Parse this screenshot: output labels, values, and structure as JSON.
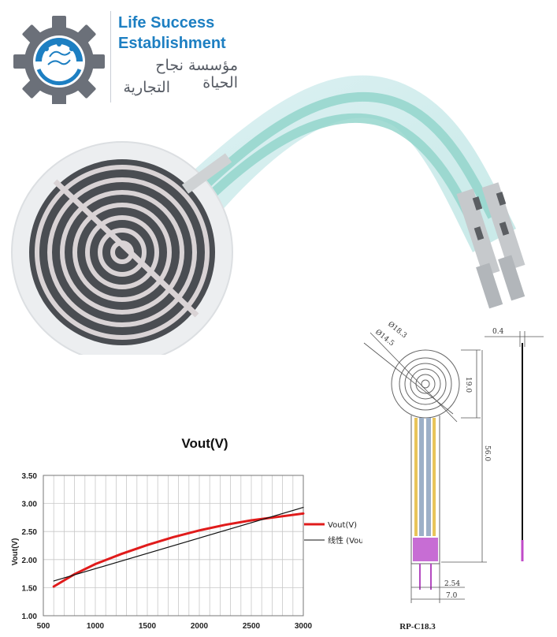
{
  "brand": {
    "name_line1": "Life Success",
    "name_line2": "Establishment",
    "arabic_line1": "مؤسسة نجاح الحياة",
    "arabic_line2": "التجارية",
    "color_primary": "#1d7fc2",
    "color_gear": "#6b7079"
  },
  "drawing": {
    "dia_outer": "Ø18.3",
    "dia_inner": "Ø14.5",
    "thickness": "0.4",
    "head_height": "19.0",
    "total_length": "56.0",
    "pin_pitch": "2.54",
    "tail_width": "7.0",
    "model": "RP-C18.3"
  },
  "chart_data": {
    "type": "line",
    "title": "Vout(V)",
    "ylabel": "Vout(V)",
    "xlabel": "",
    "xlim": [
      500,
      3000
    ],
    "ylim": [
      1.0,
      3.5
    ],
    "x_ticks": [
      "500",
      "1000",
      "1500",
      "2000",
      "2500",
      "3000"
    ],
    "y_ticks": [
      "1.00",
      "1.50",
      "2.00",
      "2.50",
      "3.00",
      "3.50"
    ],
    "grid": true,
    "legend_position": "right",
    "series": [
      {
        "name": "Vout(V)",
        "color": "#e01b1b",
        "x": [
          600,
          800,
          1000,
          1250,
          1500,
          1750,
          2000,
          2250,
          2500,
          2750,
          3000
        ],
        "y": [
          1.52,
          1.74,
          1.92,
          2.1,
          2.26,
          2.4,
          2.52,
          2.62,
          2.7,
          2.76,
          2.82
        ]
      },
      {
        "name": "线性 (Vout(V))",
        "color": "#111111",
        "x": [
          600,
          3000
        ],
        "y": [
          1.62,
          2.93
        ]
      }
    ]
  }
}
